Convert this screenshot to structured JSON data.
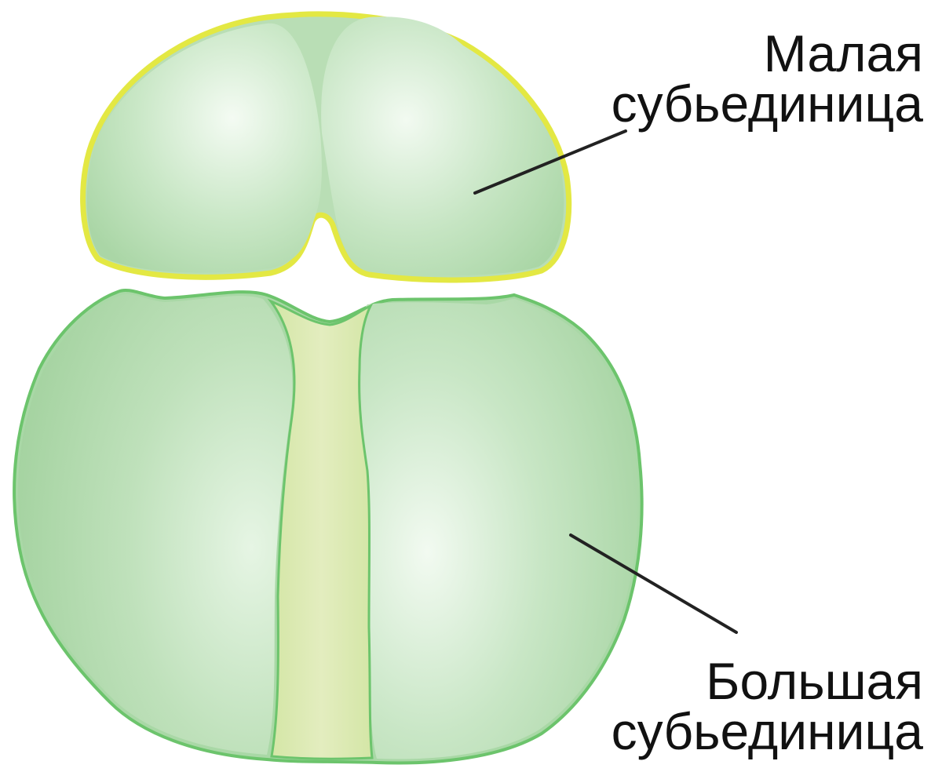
{
  "labels": {
    "small_subunit": {
      "line1": "Малая",
      "line2": "субьединица"
    },
    "large_subunit": {
      "line1": "Большая",
      "line2": "субьединица"
    }
  },
  "colors": {
    "small_outline": "#e6ea3a",
    "small_fill": "#b8dfb5",
    "large_outline": "#6cc46c",
    "large_fill": "#a9d8a6",
    "channel_fill": "#dde9b4",
    "leader_line": "#222222"
  }
}
